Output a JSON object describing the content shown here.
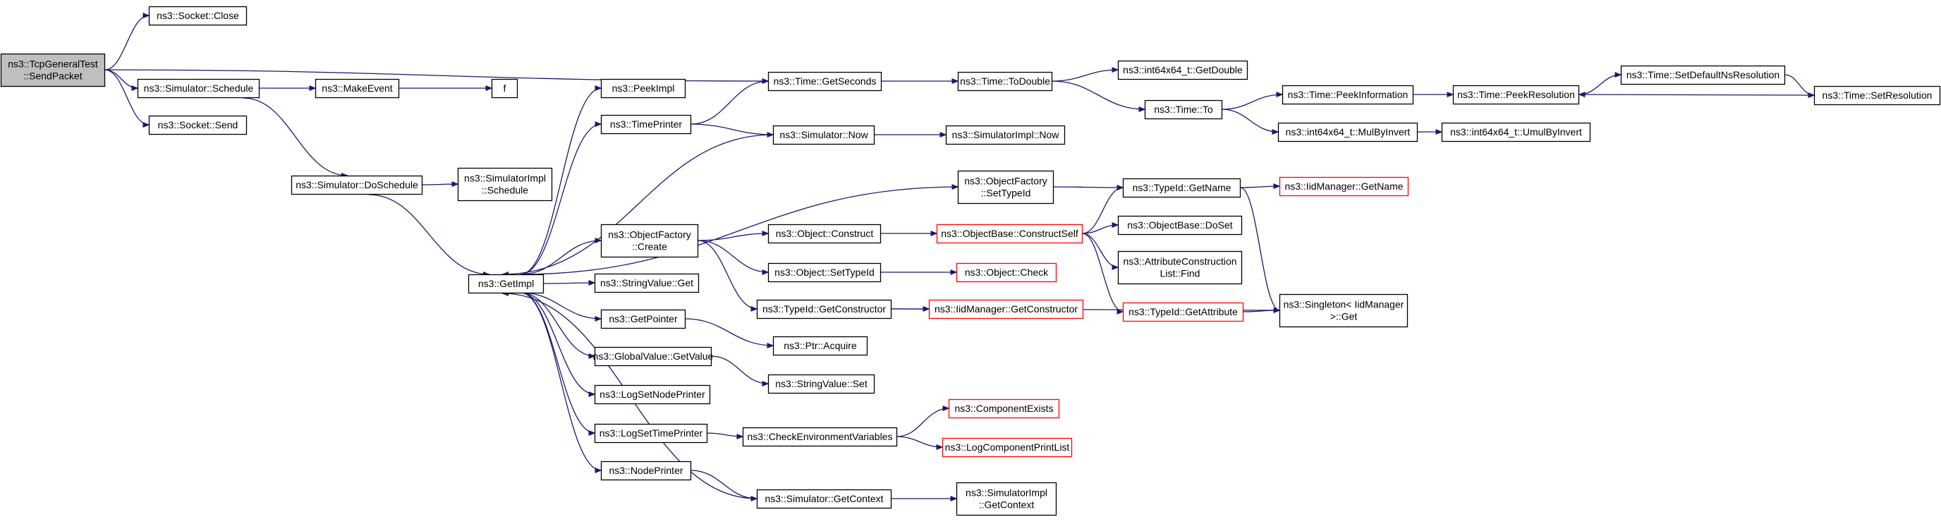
{
  "graph": {
    "colors": {
      "edge": "#191970",
      "node_border": "#000000",
      "node_border_truncated": "#ff0000",
      "node_fill": "#ffffff",
      "root_fill": "#bfbfbf",
      "text": "#000000"
    },
    "nodes": [
      {
        "id": "root",
        "lines": [
          "ns3::TcpGeneralTest",
          "::SendPacket"
        ],
        "root": true
      },
      {
        "id": "socket_close",
        "lines": [
          "ns3::Socket::Close"
        ]
      },
      {
        "id": "sim_schedule",
        "lines": [
          "ns3::Simulator::Schedule"
        ]
      },
      {
        "id": "socket_send",
        "lines": [
          "ns3::Socket::Send"
        ]
      },
      {
        "id": "make_event",
        "lines": [
          "ns3::MakeEvent"
        ]
      },
      {
        "id": "f",
        "lines": [
          "f"
        ]
      },
      {
        "id": "sim_doschedule",
        "lines": [
          "ns3::Simulator::DoSchedule"
        ]
      },
      {
        "id": "simimpl_schedule",
        "lines": [
          "ns3::SimulatorImpl",
          "::Schedule"
        ]
      },
      {
        "id": "getimpl",
        "lines": [
          "ns3::GetImpl"
        ]
      },
      {
        "id": "peekimpl",
        "lines": [
          "ns3::PeekImpl"
        ]
      },
      {
        "id": "timeprinter",
        "lines": [
          "ns3::TimePrinter"
        ]
      },
      {
        "id": "of_create",
        "lines": [
          "ns3::ObjectFactory",
          "::Create"
        ]
      },
      {
        "id": "stringvalue_get",
        "lines": [
          "ns3::StringValue::Get"
        ]
      },
      {
        "id": "getpointer",
        "lines": [
          "ns3::GetPointer"
        ]
      },
      {
        "id": "gv_getvalue",
        "lines": [
          "ns3::GlobalValue::GetValue"
        ]
      },
      {
        "id": "logsetnodeprinter",
        "lines": [
          "ns3::LogSetNodePrinter"
        ]
      },
      {
        "id": "logsettimeprinter",
        "lines": [
          "ns3::LogSetTimePrinter"
        ]
      },
      {
        "id": "nodeprinter",
        "lines": [
          "ns3::NodePrinter"
        ]
      },
      {
        "id": "time_getseconds",
        "lines": [
          "ns3::Time::GetSeconds"
        ]
      },
      {
        "id": "sim_now",
        "lines": [
          "ns3::Simulator::Now"
        ]
      },
      {
        "id": "of_settypeid",
        "lines": [
          "ns3::ObjectFactory",
          "::SetTypeId"
        ]
      },
      {
        "id": "obj_construct",
        "lines": [
          "ns3::Object::Construct"
        ]
      },
      {
        "id": "obj_settypeid",
        "lines": [
          "ns3::Object::SetTypeId"
        ]
      },
      {
        "id": "typeid_getconstructor",
        "lines": [
          "ns3::TypeId::GetConstructor"
        ]
      },
      {
        "id": "ptr_acquire",
        "lines": [
          "ns3::Ptr::Acquire"
        ]
      },
      {
        "id": "stringvalue_set",
        "lines": [
          "ns3::StringValue::Set"
        ]
      },
      {
        "id": "checkenv",
        "lines": [
          "ns3::CheckEnvironmentVariables"
        ]
      },
      {
        "id": "sim_getcontext",
        "lines": [
          "ns3::Simulator::GetContext"
        ]
      },
      {
        "id": "time_todouble",
        "lines": [
          "ns3::Time::ToDouble"
        ]
      },
      {
        "id": "simimpl_now",
        "lines": [
          "ns3::SimulatorImpl::Now"
        ]
      },
      {
        "id": "objbase_constructself",
        "lines": [
          "ns3::ObjectBase::ConstructSelf"
        ],
        "truncated": true
      },
      {
        "id": "obj_check",
        "lines": [
          "ns3::Object::Check"
        ],
        "truncated": true
      },
      {
        "id": "iidmgr_getconstructor",
        "lines": [
          "ns3::IidManager::GetConstructor"
        ],
        "truncated": true
      },
      {
        "id": "componentexists",
        "lines": [
          "ns3::ComponentExists"
        ],
        "truncated": true
      },
      {
        "id": "logcomponentprintlist",
        "lines": [
          "ns3::LogComponentPrintList"
        ],
        "truncated": true
      },
      {
        "id": "simimpl_getcontext",
        "lines": [
          "ns3::SimulatorImpl",
          "::GetContext"
        ]
      },
      {
        "id": "int64_getdouble",
        "lines": [
          "ns3::int64x64_t::GetDouble"
        ]
      },
      {
        "id": "time_to",
        "lines": [
          "ns3::Time::To"
        ]
      },
      {
        "id": "typeid_getname",
        "lines": [
          "ns3::TypeId::GetName"
        ]
      },
      {
        "id": "objbase_doset",
        "lines": [
          "ns3::ObjectBase::DoSet"
        ]
      },
      {
        "id": "attrconstlist_find",
        "lines": [
          "ns3::AttributeConstruction",
          "List::Find"
        ]
      },
      {
        "id": "typeid_getattribute",
        "lines": [
          "ns3::TypeId::GetAttribute"
        ],
        "truncated": true
      },
      {
        "id": "time_peekinformation",
        "lines": [
          "ns3::Time::PeekInformation"
        ]
      },
      {
        "id": "int64_mulbyinvert",
        "lines": [
          "ns3::int64x64_t::MulByInvert"
        ]
      },
      {
        "id": "iidmgr_getname",
        "lines": [
          "ns3::IidManager::GetName"
        ],
        "truncated": true
      },
      {
        "id": "singleton_get",
        "lines": [
          "ns3::Singleton< IidManager",
          " >::Get"
        ]
      },
      {
        "id": "time_peekresolution",
        "lines": [
          "ns3::Time::PeekResolution"
        ]
      },
      {
        "id": "int64_umulbyinvert",
        "lines": [
          "ns3::int64x64_t::UmulByInvert"
        ]
      },
      {
        "id": "time_setdefaultnsres",
        "lines": [
          "ns3::Time::SetDefaultNsResolution"
        ]
      },
      {
        "id": "time_setresolution",
        "lines": [
          "ns3::Time::SetResolution"
        ]
      }
    ],
    "edges": [
      [
        "root",
        "socket_close"
      ],
      [
        "root",
        "sim_schedule"
      ],
      [
        "root",
        "socket_send"
      ],
      [
        "root",
        "time_getseconds"
      ],
      [
        "sim_schedule",
        "make_event"
      ],
      [
        "sim_schedule",
        "sim_doschedule"
      ],
      [
        "make_event",
        "f"
      ],
      [
        "sim_doschedule",
        "simimpl_schedule"
      ],
      [
        "sim_doschedule",
        "getimpl"
      ],
      [
        "getimpl",
        "peekimpl"
      ],
      [
        "getimpl",
        "timeprinter"
      ],
      [
        "getimpl",
        "of_create"
      ],
      [
        "getimpl",
        "stringvalue_get"
      ],
      [
        "getimpl",
        "getpointer"
      ],
      [
        "getimpl",
        "gv_getvalue"
      ],
      [
        "getimpl",
        "logsetnodeprinter"
      ],
      [
        "getimpl",
        "logsettimeprinter"
      ],
      [
        "getimpl",
        "nodeprinter"
      ],
      [
        "getimpl",
        "of_settypeid"
      ],
      [
        "timeprinter",
        "time_getseconds"
      ],
      [
        "timeprinter",
        "sim_now"
      ],
      [
        "sim_now",
        "getimpl"
      ],
      [
        "sim_now",
        "simimpl_now"
      ],
      [
        "time_getseconds",
        "time_todouble"
      ],
      [
        "time_todouble",
        "int64_getdouble"
      ],
      [
        "time_todouble",
        "time_to"
      ],
      [
        "time_to",
        "time_peekinformation"
      ],
      [
        "time_to",
        "int64_mulbyinvert"
      ],
      [
        "time_peekinformation",
        "time_peekresolution"
      ],
      [
        "time_peekresolution",
        "time_setdefaultnsres"
      ],
      [
        "time_setdefaultnsres",
        "time_setresolution"
      ],
      [
        "time_setresolution",
        "time_peekresolution"
      ],
      [
        "int64_mulbyinvert",
        "int64_umulbyinvert"
      ],
      [
        "of_create",
        "obj_construct"
      ],
      [
        "of_create",
        "obj_settypeid"
      ],
      [
        "of_create",
        "typeid_getconstructor"
      ],
      [
        "of_settypeid",
        "typeid_getname"
      ],
      [
        "obj_construct",
        "objbase_constructself"
      ],
      [
        "obj_settypeid",
        "obj_check"
      ],
      [
        "typeid_getconstructor",
        "iidmgr_getconstructor"
      ],
      [
        "typeid_getconstructor",
        "singleton_get"
      ],
      [
        "objbase_constructself",
        "typeid_getname"
      ],
      [
        "objbase_constructself",
        "objbase_doset"
      ],
      [
        "objbase_constructself",
        "attrconstlist_find"
      ],
      [
        "objbase_constructself",
        "typeid_getattribute"
      ],
      [
        "typeid_getname",
        "iidmgr_getname"
      ],
      [
        "typeid_getname",
        "singleton_get"
      ],
      [
        "typeid_getattribute",
        "singleton_get"
      ],
      [
        "getpointer",
        "ptr_acquire"
      ],
      [
        "gv_getvalue",
        "stringvalue_set"
      ],
      [
        "logsettimeprinter",
        "checkenv"
      ],
      [
        "checkenv",
        "componentexists"
      ],
      [
        "checkenv",
        "logcomponentprintlist"
      ],
      [
        "nodeprinter",
        "sim_getcontext"
      ],
      [
        "sim_getcontext",
        "getimpl"
      ],
      [
        "sim_getcontext",
        "simimpl_getcontext"
      ]
    ]
  }
}
